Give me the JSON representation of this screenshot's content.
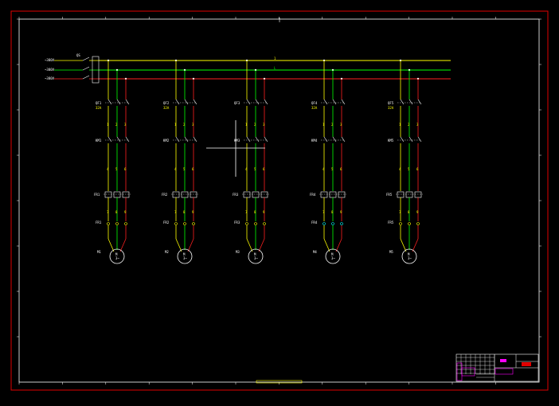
{
  "drawing": {
    "background": "#000000",
    "frame_color": "#e00000",
    "inner_border_color": "#ffffff",
    "phase_colors": {
      "L1": "#ffff00",
      "L2": "#00ff00",
      "L3": "#ff2020"
    },
    "bus_labels": {
      "L1": "1",
      "L2": "L",
      "L3": ""
    },
    "supply_labels": [
      "~380V",
      "~380V",
      "~380V"
    ],
    "main_switch_label": "QS",
    "main_switch_sub": "",
    "circuits": [
      {
        "breaker": "QF1",
        "breaker_sub": "32A",
        "contactor": "KM1",
        "relay": "FR1",
        "motor": "M1",
        "wire_top": [
          "1",
          "2",
          "3"
        ],
        "wire_mid": [
          "4",
          "5",
          "6"
        ],
        "wire_bot": [
          "7",
          "8",
          "9"
        ],
        "relay_color": "#ffff00"
      },
      {
        "breaker": "QF2",
        "breaker_sub": "32A",
        "contactor": "KM2",
        "relay": "FR2",
        "motor": "M2",
        "wire_top": [
          "1",
          "2",
          "3"
        ],
        "wire_mid": [
          "4",
          "5",
          "6"
        ],
        "wire_bot": [
          "7",
          "8",
          "9"
        ],
        "relay_color": "#ffff00"
      },
      {
        "breaker": "QF3",
        "breaker_sub": "",
        "contactor": "KM3",
        "relay": "FR3",
        "motor": "M3",
        "wire_top": [
          "1",
          "2",
          "3"
        ],
        "wire_mid": [
          "4",
          "5",
          "6"
        ],
        "wire_bot": [
          "7",
          "8",
          "9"
        ],
        "relay_color": "#ffff00"
      },
      {
        "breaker": "QF4",
        "breaker_sub": "32A",
        "contactor": "KM4",
        "relay": "FR4",
        "motor": "M4",
        "wire_top": [
          "1",
          "2",
          "3"
        ],
        "wire_mid": [
          "4",
          "5",
          "6"
        ],
        "wire_bot": [
          "7",
          "8",
          "9"
        ],
        "relay_color": "#00ffff"
      },
      {
        "breaker": "QF5",
        "breaker_sub": "32A",
        "contactor": "KM5",
        "relay": "FR5",
        "motor": "M5",
        "wire_top": [
          "1",
          "2",
          "3"
        ],
        "wire_mid": [
          "4",
          "5",
          "6"
        ],
        "wire_bot": [
          "7",
          "8",
          "9"
        ],
        "relay_color": "#ffff00"
      }
    ],
    "title_block": {
      "line_color": "#ffffff",
      "accent_color": "#ff00ff",
      "cell_text": [
        "",
        "",
        "",
        ""
      ]
    }
  }
}
